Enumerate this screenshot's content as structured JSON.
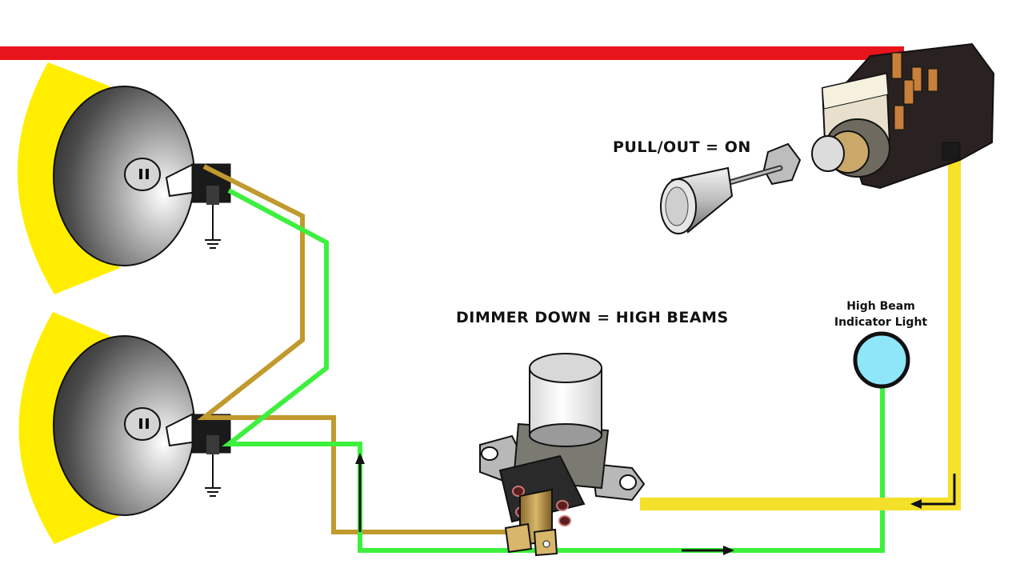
{
  "labels": {
    "headlight_switch": "PULL/OUT = ON",
    "dimmer_switch": "DIMMER DOWN = HIGH BEAMS",
    "indicator_line1": "High Beam",
    "indicator_line2": "Indicator Light"
  },
  "colors": {
    "power_wire": "#e8141c",
    "headlight_feed_wire": "#f5e12a",
    "low_beam_wire": "#c19a2e",
    "high_beam_wire": "#3df03d",
    "beam_light": "#ffee00",
    "indicator_lens": "#8fe6f8",
    "flow_arrows": "#111111"
  },
  "icons": [
    "headlight-icon",
    "ground-symbol-icon",
    "headlight-switch-icon",
    "dimmer-switch-icon",
    "indicator-light-icon",
    "flow-arrow-icon"
  ]
}
